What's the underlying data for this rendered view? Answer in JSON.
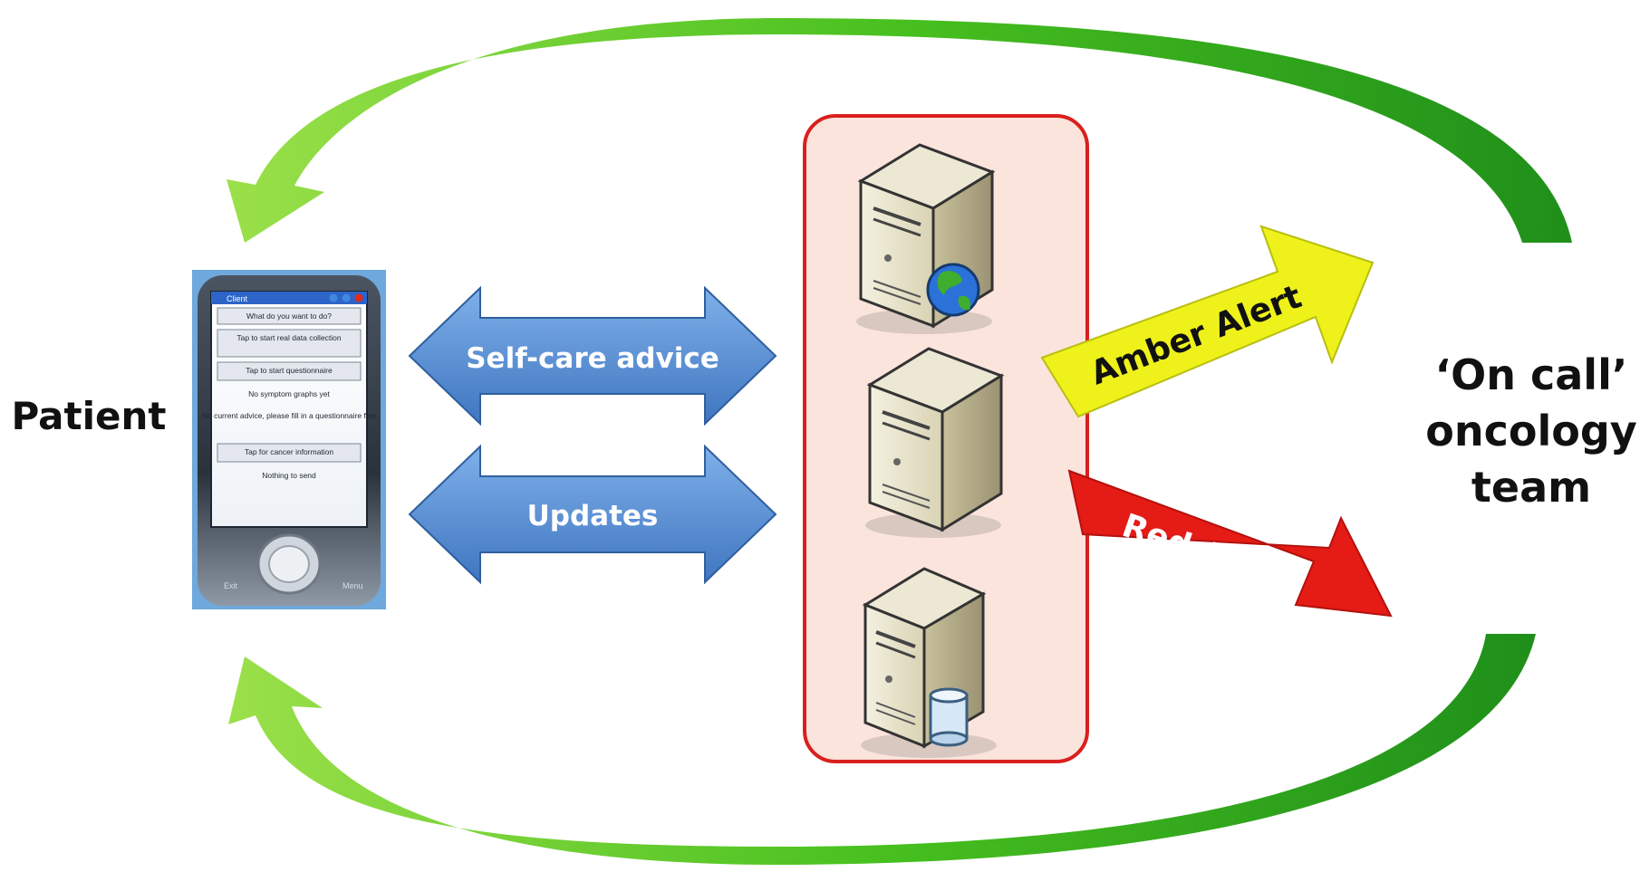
{
  "labels": {
    "patient": "Patient",
    "team_line1": "‘On call’",
    "team_line2": "oncology",
    "team_line3": "team",
    "self_care": "Self-care advice",
    "updates": "Updates",
    "amber": "Amber Alert",
    "red": "Red Alert"
  },
  "phone": {
    "title": "Client",
    "rows": [
      "What do you want to do?",
      "Tap to start real data collection",
      "Tap to start questionnaire",
      "No symptom graphs yet",
      "No current advice, please fill in a questionnaire first",
      "Tap for cancer information",
      "Nothing to send"
    ],
    "softkey_left": "Exit",
    "softkey_right": "Menu"
  },
  "colors": {
    "feedback_arrow": "#3cb81e",
    "exchange_arrow": "#4a86d0",
    "server_panel_fill": "#fbe4dc",
    "server_panel_border": "#d9201e",
    "amber_alert": "#eef21a",
    "red_alert": "#e51b16"
  },
  "icons": [
    "web-server-icon",
    "app-server-icon",
    "database-server-icon"
  ]
}
